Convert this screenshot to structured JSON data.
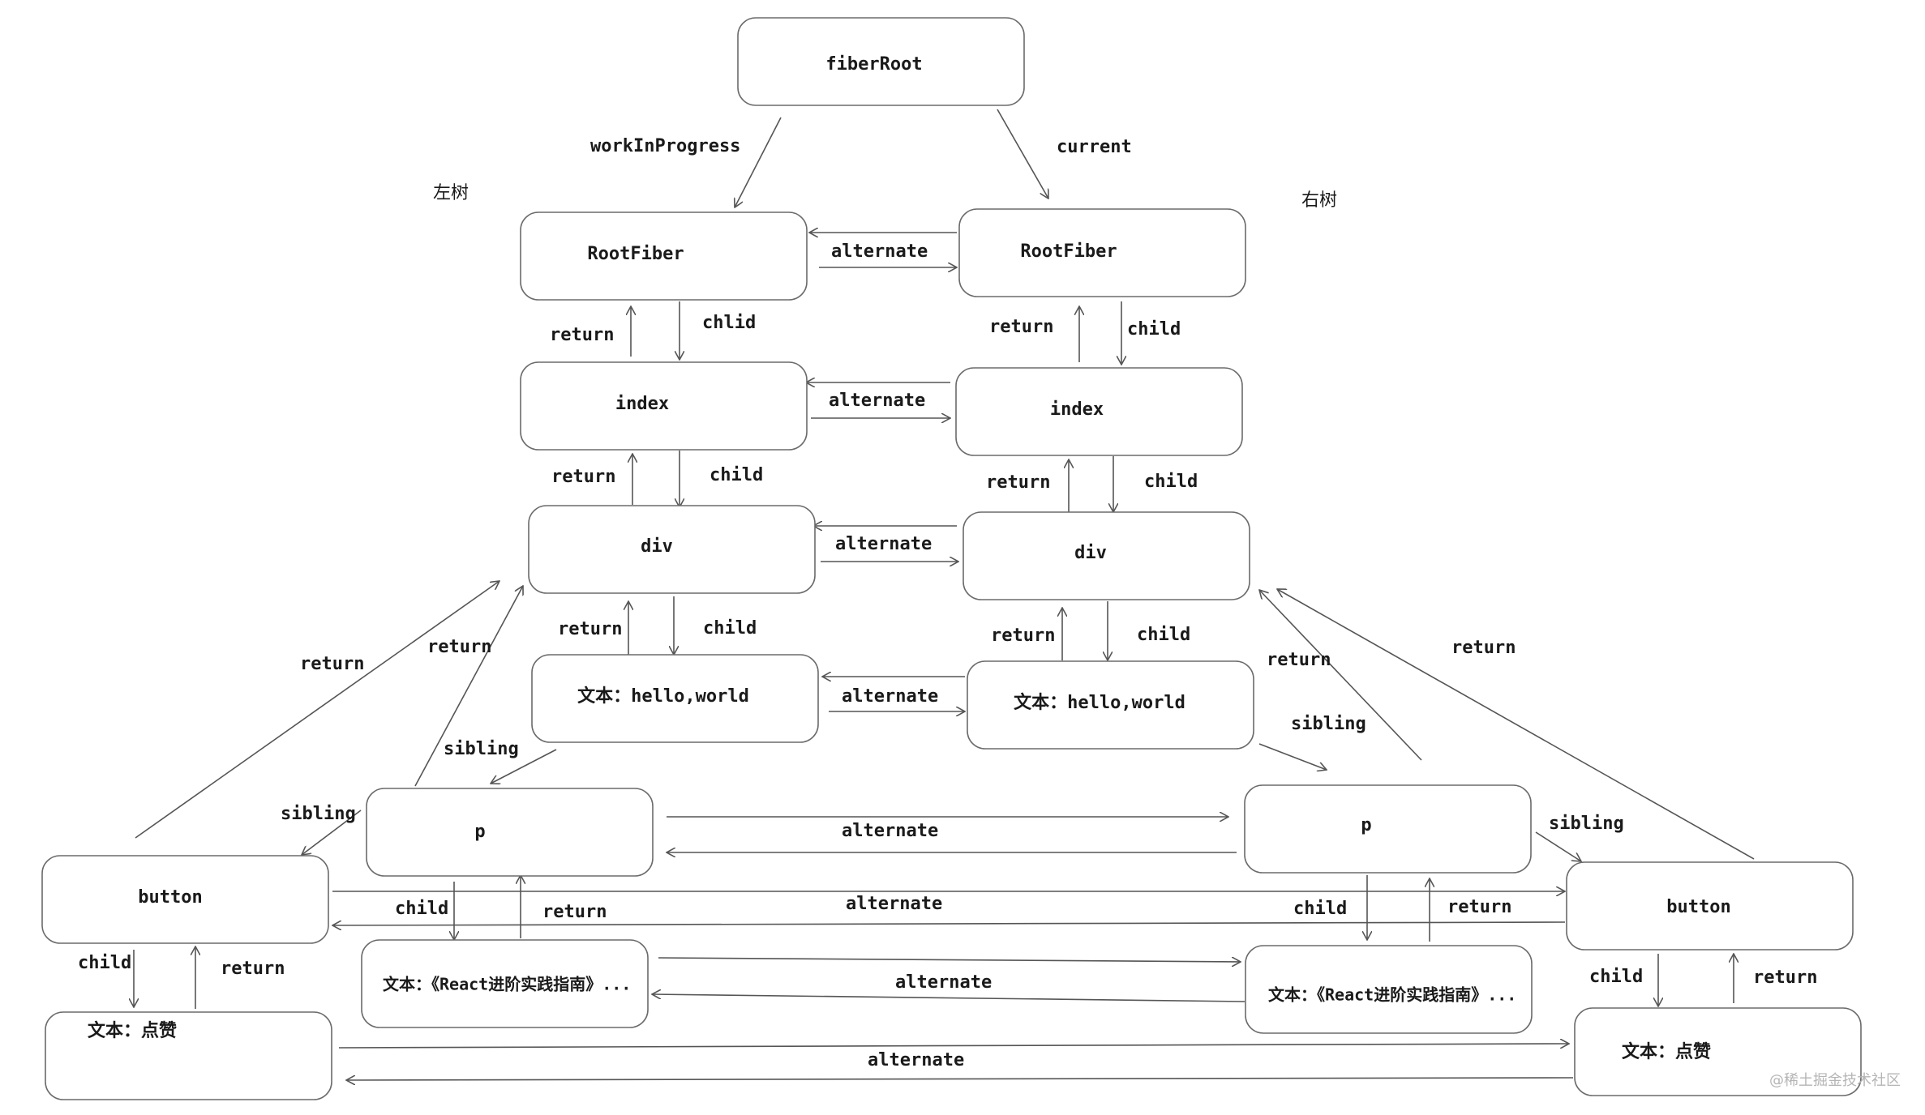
{
  "side_labels": {
    "left_tree": "左树",
    "right_tree": "右树"
  },
  "nodes": {
    "fiber_root": "fiberRoot",
    "left_rootfiber": "RootFiber",
    "right_rootfiber": "RootFiber",
    "left_index": "index",
    "right_index": "index",
    "left_div": "div",
    "right_div": "div",
    "left_text_hello": "文本：hello,world",
    "right_text_hello": "文本：hello,world",
    "left_p": "p",
    "right_p": "p",
    "left_button": "button",
    "right_button": "button",
    "left_text_react": "文本：《React进阶实践指南》...",
    "right_text_react": "文本：《React进阶实践指南》...",
    "left_text_like": "文本：点赞",
    "right_text_like": "文本：点赞"
  },
  "edge_labels": {
    "work_in_progress": "workInProgress",
    "current": "current",
    "alternate": "alternate",
    "return": "return",
    "child": "child",
    "chlid": "chlid",
    "sibling": "sibling"
  },
  "watermark": "@稀土掘金技术社区"
}
